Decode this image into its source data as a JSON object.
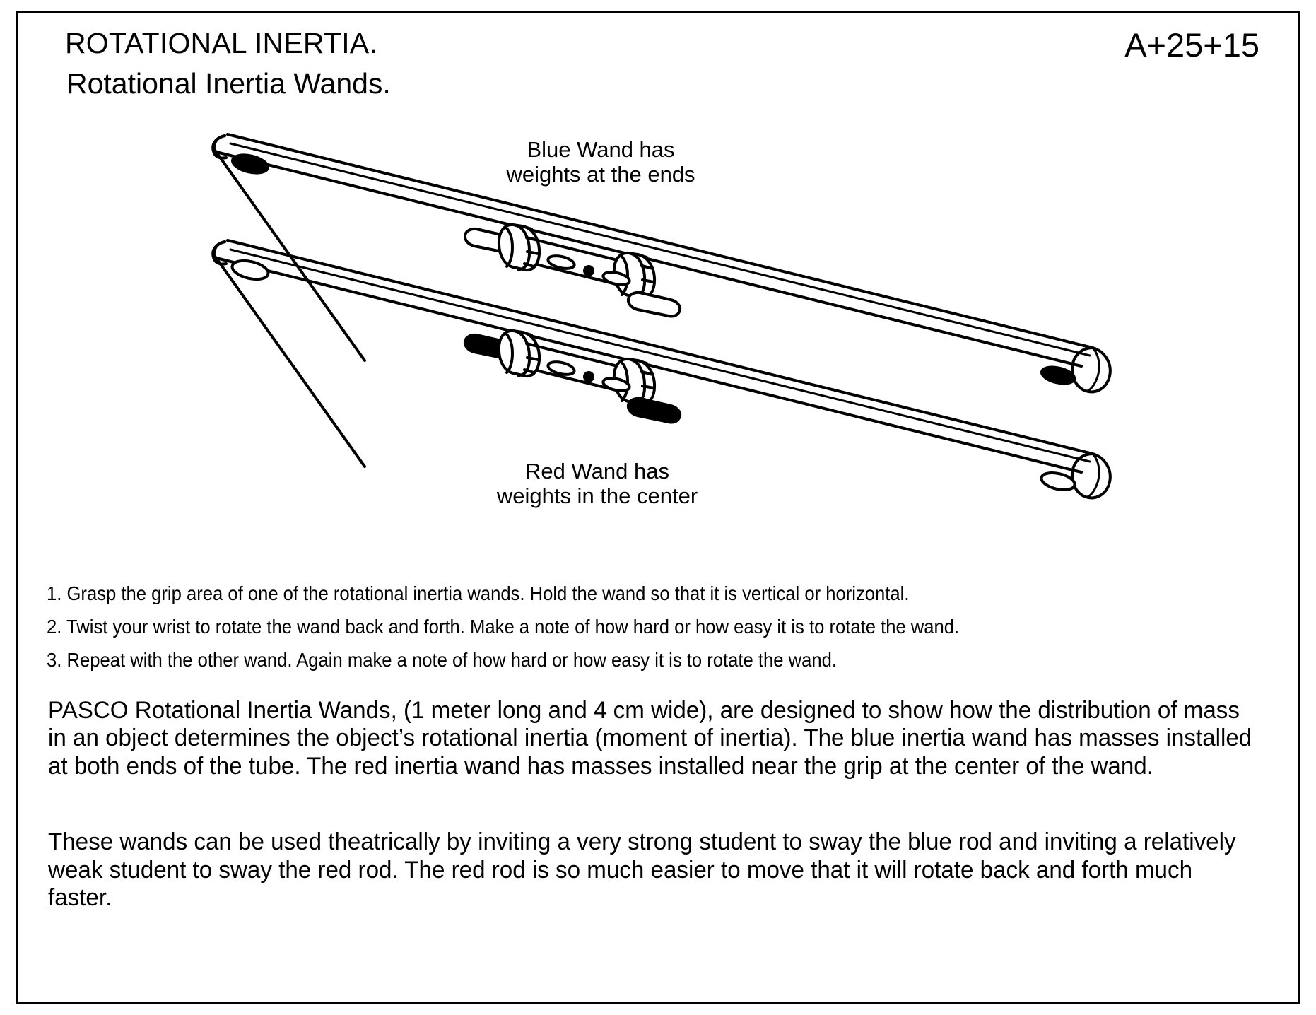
{
  "header": {
    "title": "ROTATIONAL INERTIA.",
    "code": "A+25+15",
    "subtitle": "Rotational Inertia Wands."
  },
  "diagram": {
    "blue_wand_label": "Blue Wand has\nweights at the ends",
    "red_wand_label": "Red Wand has\nweights in the center",
    "wands": [
      {
        "name": "blue-wand",
        "weight_positions": [
          "left-end",
          "right-end"
        ],
        "grip": "center",
        "filled_slots": 2
      },
      {
        "name": "red-wand",
        "weight_positions": [
          "center-left-of-grip",
          "center-right-of-grip"
        ],
        "grip": "center",
        "filled_slots": 2
      }
    ]
  },
  "steps": [
    "1. Grasp the grip area of one of the rotational inertia wands. Hold the wand so that it is vertical or horizontal.",
    "2. Twist your wrist to rotate the wand back and forth. Make a note of how hard or how easy it is to rotate the wand.",
    "3. Repeat with the other wand. Again make a note of how hard or how easy it is to rotate the wand."
  ],
  "paragraphs": {
    "description": "PASCO Rotational Inertia Wands, (1 meter long and 4 cm wide), are designed to show how the distribution of mass in an object determines the object’s rotational inertia (moment of inertia). The blue inertia wand has masses installed at both ends of the tube. The red inertia wand has masses installed near the grip at the center of the wand.",
    "demonstration": "These wands can be used theatrically by inviting a very strong student to sway the blue rod and inviting a relatively weak student to sway the red rod.  The red rod is so much easier to move that it will rotate back and forth much faster."
  },
  "colors": {
    "ink": "#000000",
    "paper": "#ffffff"
  }
}
